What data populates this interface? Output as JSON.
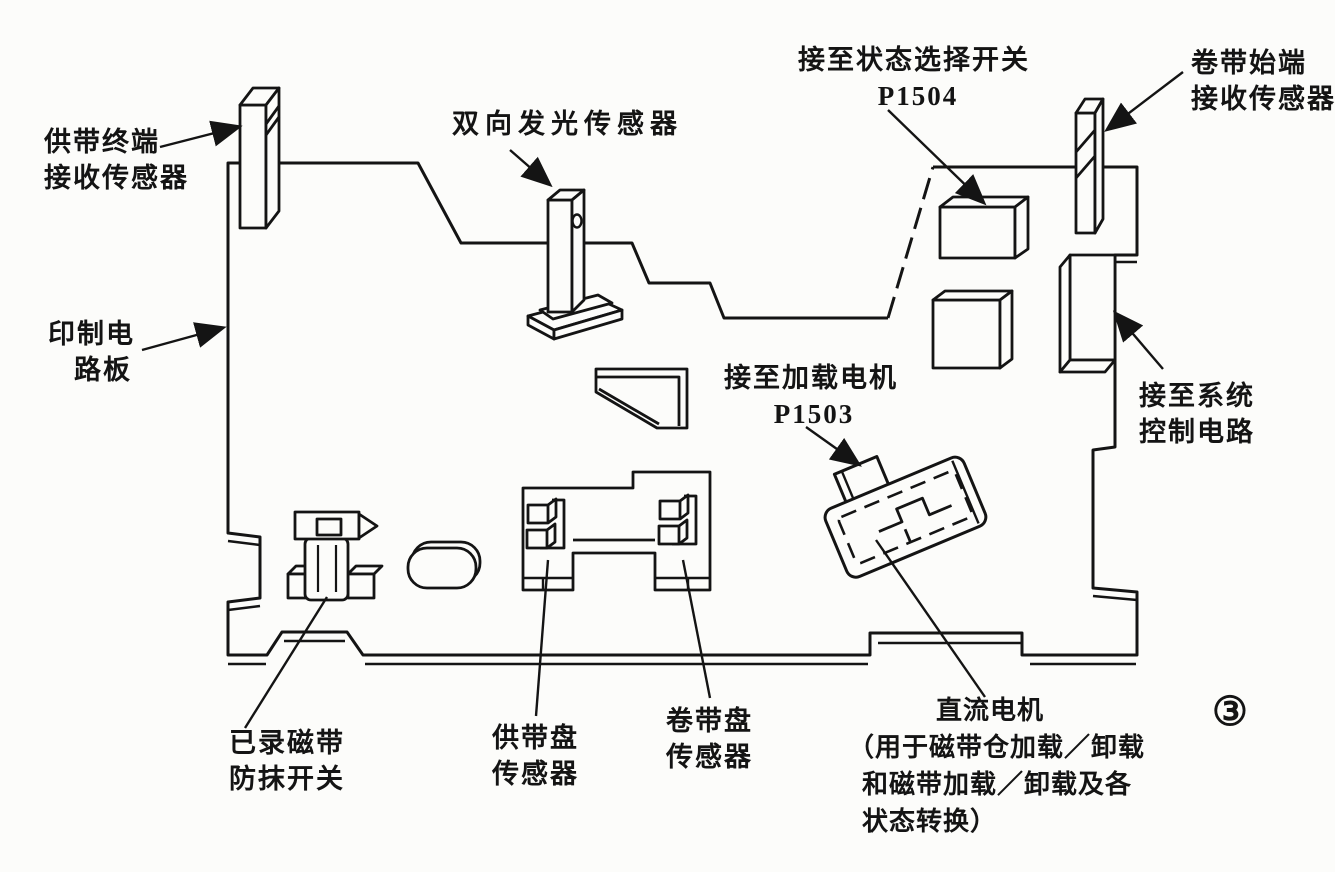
{
  "figure": {
    "number": "③",
    "labels": {
      "supply_end_sensor": {
        "line1": "供带终端",
        "line2": "接收传感器"
      },
      "pcb": {
        "line1": "印制电",
        "line2": "路板"
      },
      "bidir_sensor": {
        "text": "双向发光传感器"
      },
      "status_switch": {
        "line1": "接至状态选择开关",
        "line2": "P1504"
      },
      "takeup_start_sensor": {
        "line1": "卷带始端",
        "line2": "接收传感器"
      },
      "system_circuit": {
        "line1": "接至系统",
        "line2": "控制电路"
      },
      "loading_motor": {
        "line1": "接至加载电机",
        "line2": "P1503"
      },
      "erase_switch": {
        "line1": "已录磁带",
        "line2": "防抹开关"
      },
      "supply_reel_sensor": {
        "line1": "供带盘",
        "line2": "传感器"
      },
      "takeup_reel_sensor": {
        "line1": "卷带盘",
        "line2": "传感器"
      },
      "dc_motor": {
        "line1": "直流电机",
        "line2": "（用于磁带仓加载／卸载",
        "line3": "和磁带加载／卸载及各",
        "line4": "状态转换）"
      }
    },
    "colors": {
      "ink": "#141414",
      "paper": "#fcfcfa"
    }
  }
}
